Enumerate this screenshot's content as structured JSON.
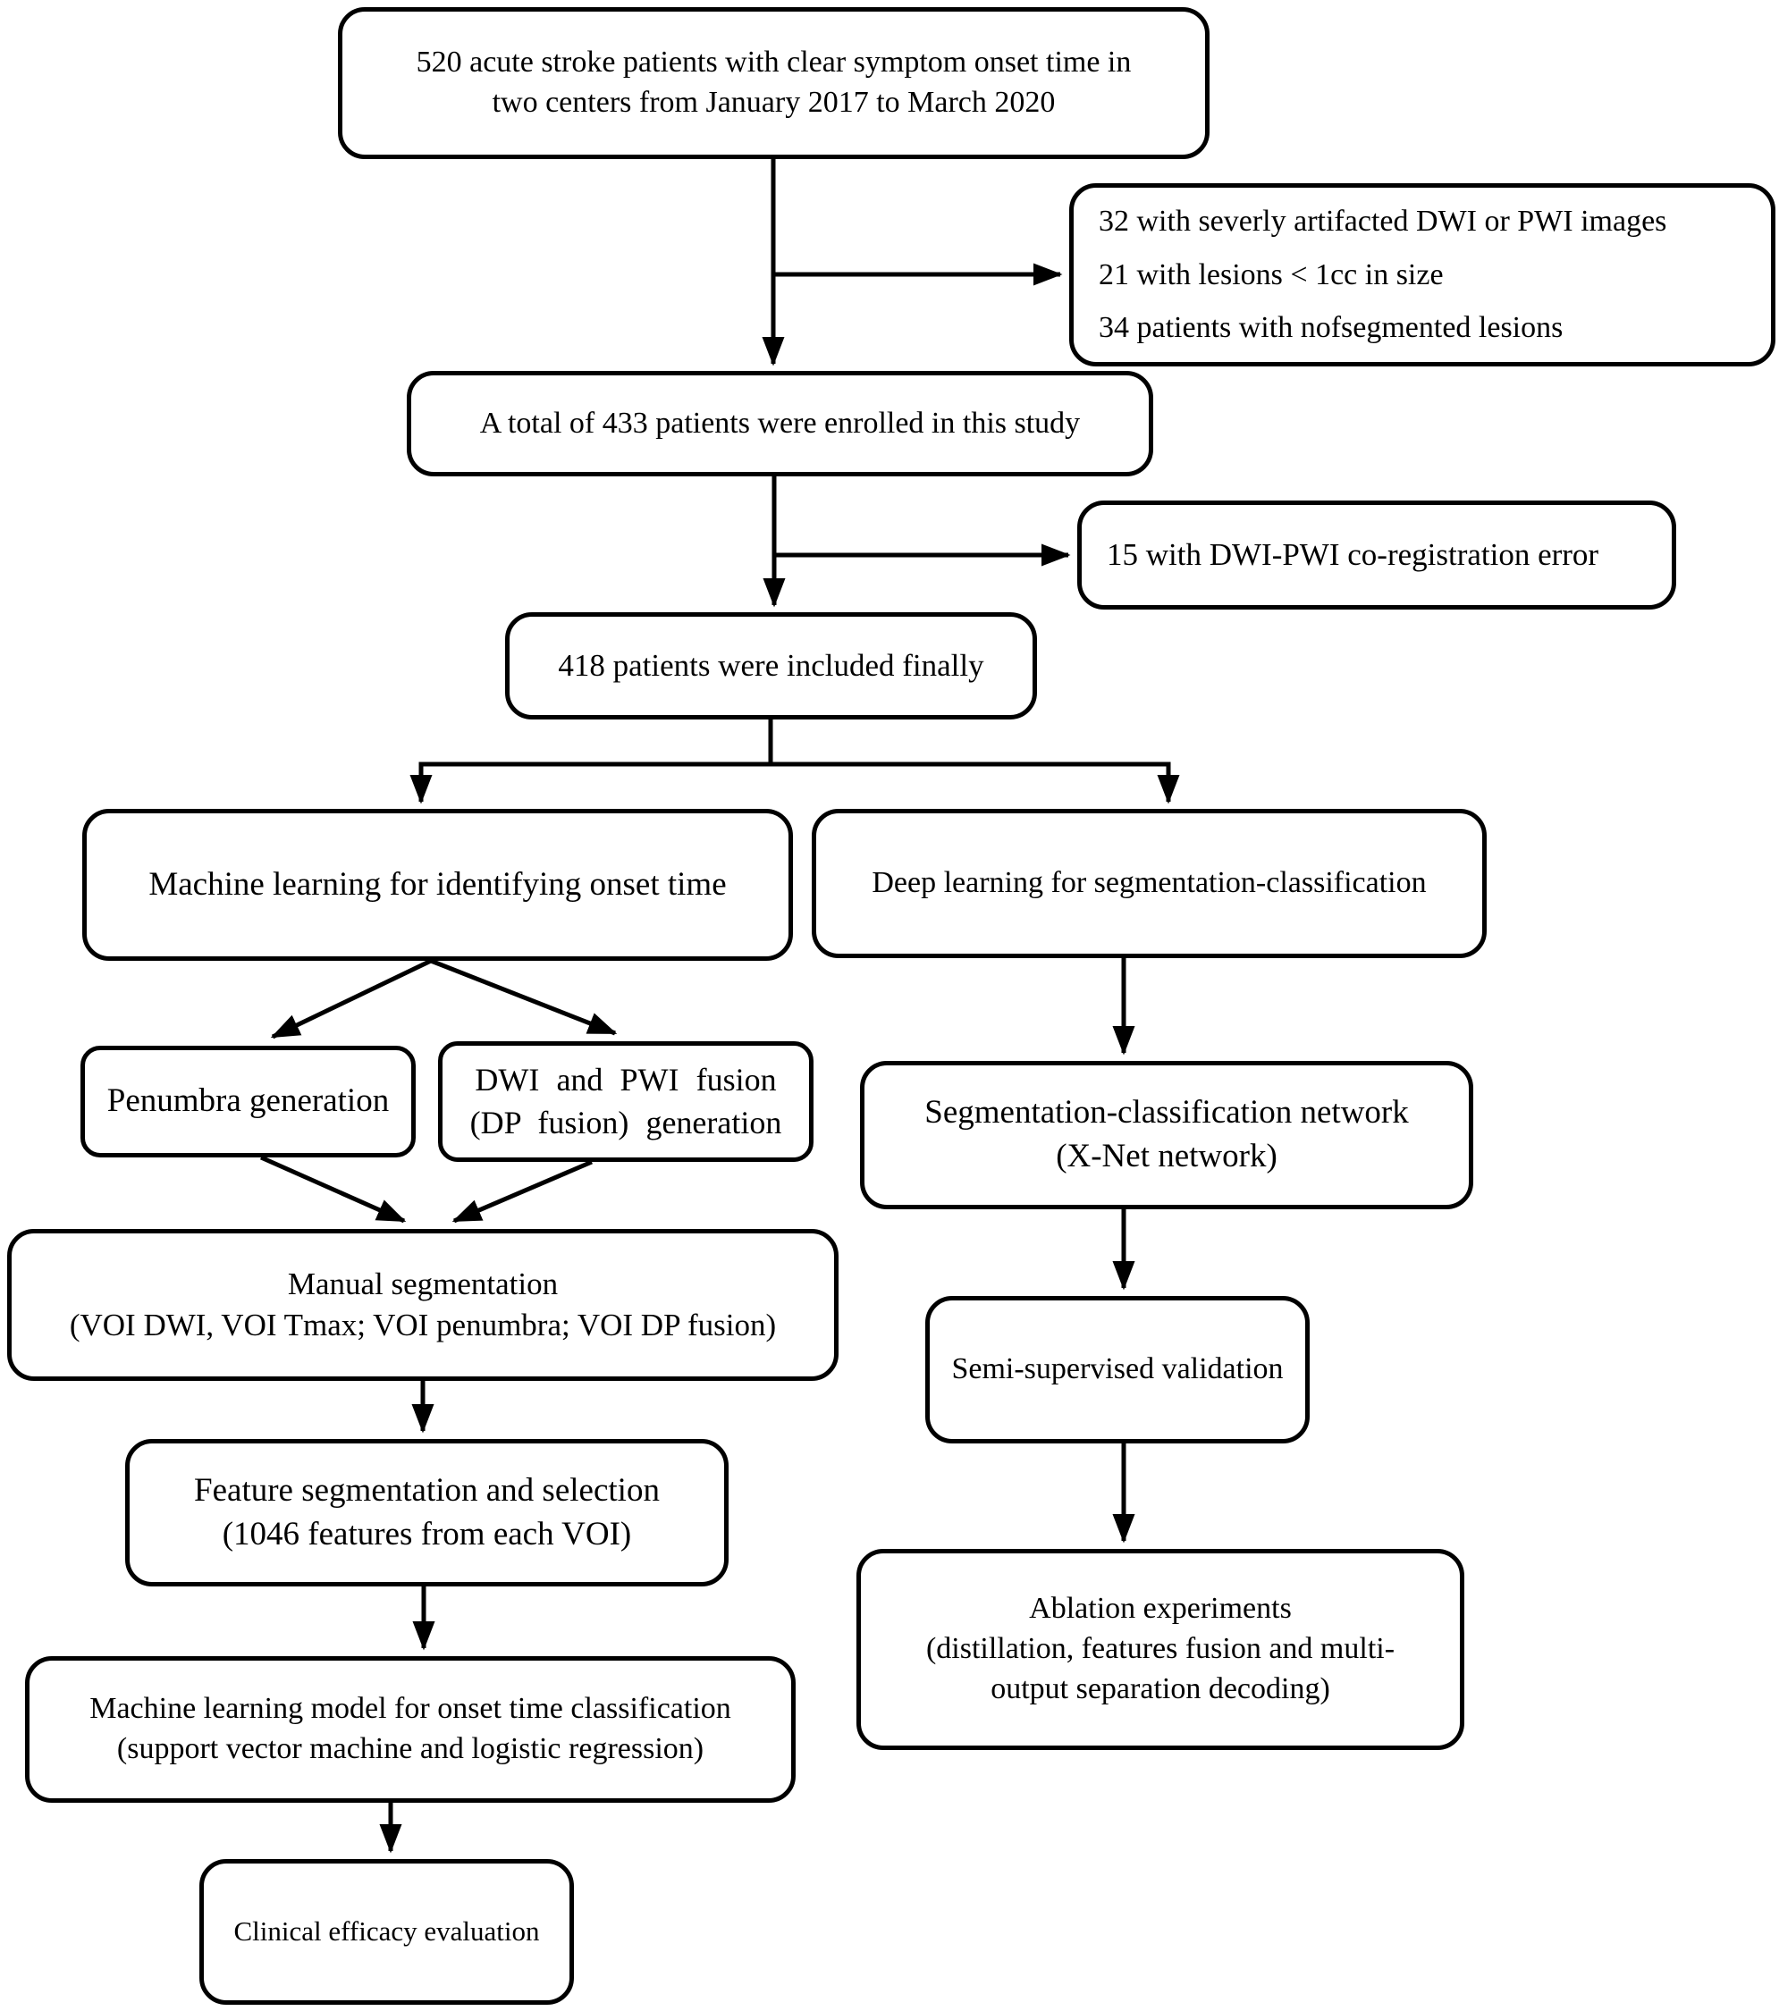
{
  "diagram_title": "Patient inclusion and study workflow flowchart",
  "colors": {
    "background": "#ffffff",
    "box_fill": "#ffffff",
    "box_border": "#000000",
    "line": "#000000",
    "text": "#000000"
  },
  "nodes": {
    "top": {
      "text": "520 acute stroke patients with clear symptom onset time in\ntwo centers from January 2017 to March 2020"
    },
    "exclusion1": {
      "text": "32 with severly artifacted DWI or PWI images\n21 with lesions < 1cc in size\n34 patients with nofsegmented lesions"
    },
    "enrolled": {
      "text": "A total of 433 patients were enrolled in this study"
    },
    "exclusion2": {
      "text": "15 with DWI-PWI co-registration error"
    },
    "included": {
      "text": "418 patients were included finally"
    },
    "ml_branch": {
      "text": "Machine learning for identifying onset time"
    },
    "dl_branch": {
      "text": "Deep learning for segmentation-classification"
    },
    "penumbra": {
      "text": "Penumbra generation"
    },
    "dp_fusion": {
      "text": "DWI and PWI fusion\n(DP fusion) generation"
    },
    "xnet": {
      "text": "Segmentation-classification network\n(X-Net network)"
    },
    "manual_seg": {
      "text": "Manual segmentation\n(VOI DWI, VOI Tmax; VOI penumbra; VOI DP fusion)"
    },
    "semi_supervised": {
      "text": "Semi-supervised validation"
    },
    "feature_sel": {
      "text": "Feature segmentation and selection\n(1046 features from each VOI)"
    },
    "ablation": {
      "text": "Ablation experiments\n(distillation, features fusion and multi-\noutput separation decoding)"
    },
    "ml_model": {
      "text": "Machine learning model for onset time classification\n(support vector machine and logistic regression)"
    },
    "clinical": {
      "text": "Clinical efficacy evaluation"
    }
  }
}
